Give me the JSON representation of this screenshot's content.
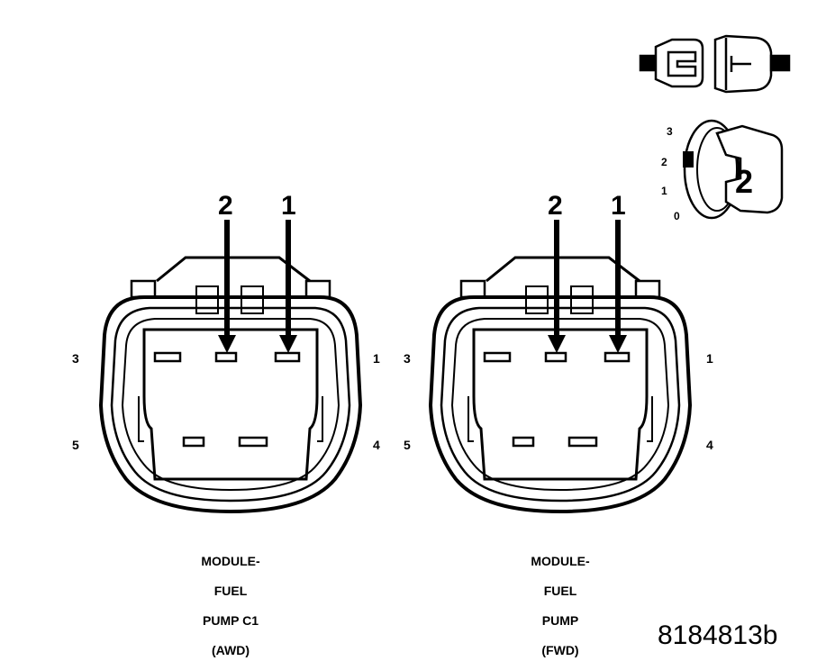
{
  "figure_id": "8184813b",
  "switch_diagram": {
    "positions": [
      "3",
      "2",
      "1",
      "0"
    ],
    "key_label": "2"
  },
  "connectors": [
    {
      "caption_lines": [
        "MODULE-",
        "FUEL",
        "PUMP C1",
        "(AWD)"
      ],
      "pins": {
        "p1": "1",
        "p3": "3",
        "p4": "4",
        "p5": "5"
      },
      "probes": {
        "left": "2",
        "right": "1"
      }
    },
    {
      "caption_lines": [
        "MODULE-",
        "FUEL",
        "PUMP",
        "(FWD)"
      ],
      "pins": {
        "p1": "1",
        "p3": "3",
        "p4": "4",
        "p5": "5"
      },
      "probes": {
        "left": "2",
        "right": "1"
      }
    }
  ]
}
